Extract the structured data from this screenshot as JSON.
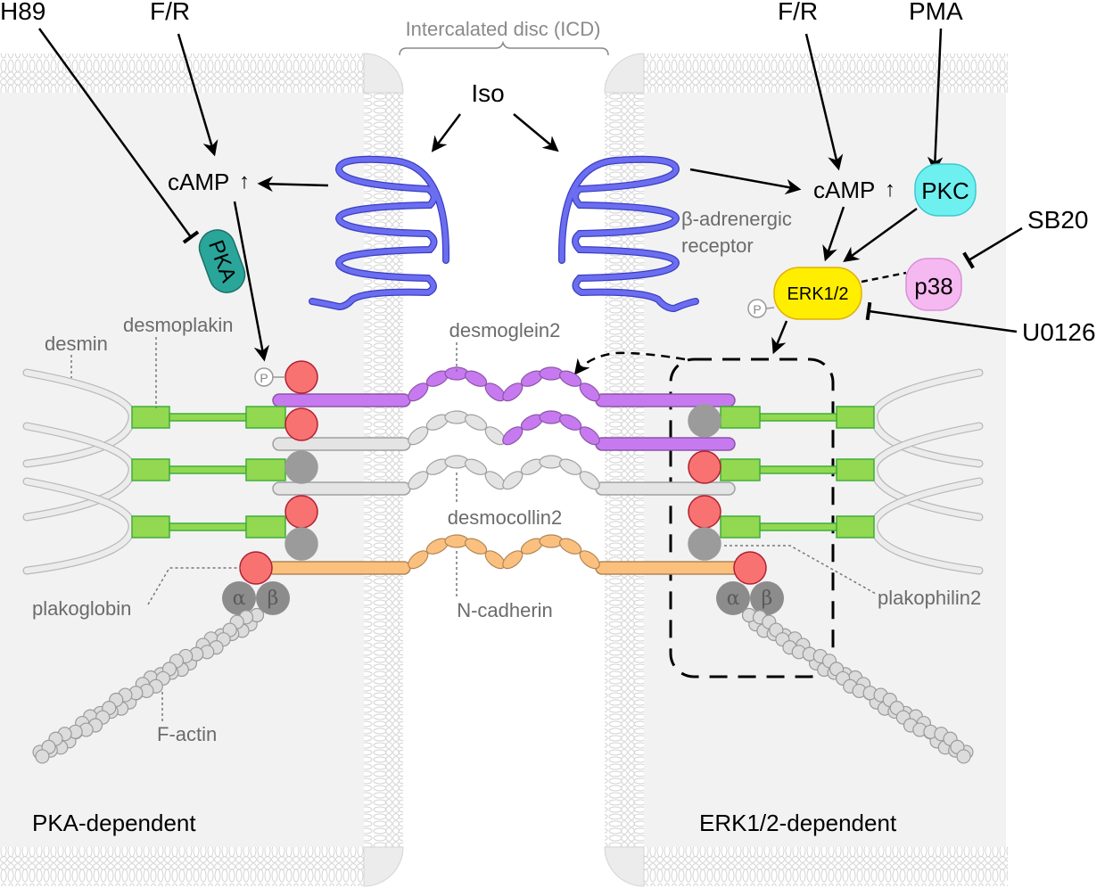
{
  "colors": {
    "cytoplasm": "#f2f2f2",
    "membrane": "#d6d6d6",
    "receptor": "#6b6ef0",
    "pka": "#2aa59a",
    "pkc": "#6ff0f0",
    "erk": "#ffee00",
    "p38": "#f6b8f0",
    "desmoglein": "#c77af0",
    "desmocollin": "#e4e4e4",
    "n_cadherin": "#fcc07e",
    "desmoplakin": "#92d850",
    "plakoglobin": "#f87272",
    "plakophilin": "#9b9b9b",
    "catenin": "#8c8c8c",
    "f_actin": "#dcdcdc"
  },
  "top_labels": {
    "icd": "Intercalated disc (ICD)",
    "iso": "Iso"
  },
  "left_cell": {
    "inputs": {
      "h89": "H89",
      "fr": "F/R"
    },
    "camp": "cAMP",
    "camp_up": "↑",
    "pka": "PKA",
    "phospho": "P",
    "labels": {
      "desmin": "desmin",
      "desmoplakin": "desmoplakin",
      "plakoglobin": "plakoglobin",
      "f_actin": "F-actin"
    },
    "alpha": "α",
    "beta": "β",
    "title": "PKA-dependent"
  },
  "right_cell": {
    "inputs": {
      "fr": "F/R",
      "pma": "PMA",
      "sb20": "SB20",
      "u0126": "U0126"
    },
    "camp": "cAMP",
    "camp_up": "↑",
    "pkc": "PKC",
    "erk": "ERK1/2",
    "p38": "p38",
    "phospho": "P",
    "receptor_label_1": "β-adrenergic",
    "receptor_label_2": "receptor",
    "labels": {
      "plakophilin2": "plakophilin2"
    },
    "alpha": "α",
    "beta": "β",
    "title": "ERK1/2-dependent"
  },
  "center_labels": {
    "desmoglein2": "desmoglein2",
    "desmocollin2": "desmocollin2",
    "n_cadherin": "N-cadherin"
  }
}
